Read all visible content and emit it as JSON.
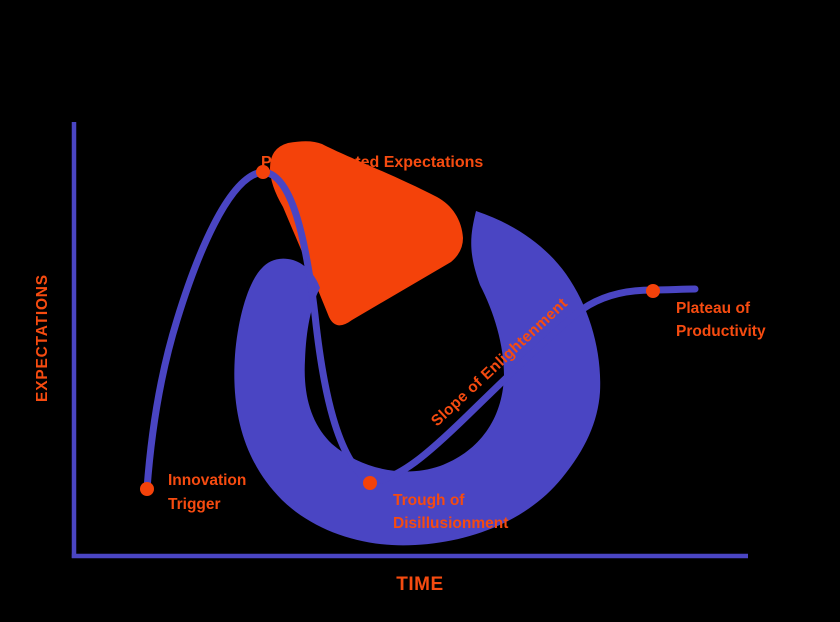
{
  "colors": {
    "background": "#000000",
    "blue": "#4a45c3",
    "orange": "#f4420a",
    "label_orange": "#f64b10"
  },
  "axes": {
    "y_label": "EXPECTATIONS",
    "x_label": "TIME"
  },
  "labels": {
    "innovation": {
      "line1": "Innovation",
      "line2": "Trigger"
    },
    "peak": {
      "text": "Peak of Inflated Expectations"
    },
    "trough": {
      "line1": "Trough of",
      "line2": "Disillusionment"
    },
    "slope": {
      "text": "Slope of Enlightenment"
    },
    "plateau": {
      "line1": "Plateau of",
      "line2": "Productivity"
    }
  }
}
